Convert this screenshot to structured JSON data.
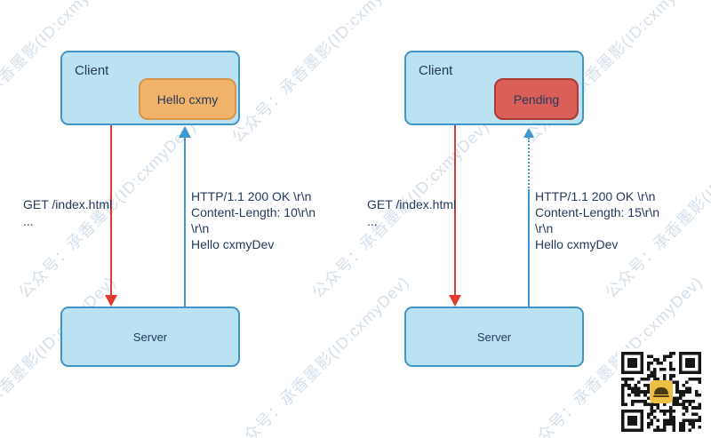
{
  "watermark": {
    "text": "公众号：承香墨影(ID:cxmyDev)"
  },
  "diagrams": [
    {
      "client_label": "Client",
      "state_label": "Hello cxmy",
      "request_lines": [
        "GET /index.html",
        "..."
      ],
      "response_lines": [
        "HTTP/1.1 200 OK \\r\\n",
        "Content-Length: 10\\r\\n",
        "\\r\\n",
        "Hello cxmyDev"
      ],
      "server_label": "Server"
    },
    {
      "client_label": "Client",
      "state_label": "Pending",
      "request_lines": [
        "GET /index.html",
        "..."
      ],
      "response_lines": [
        "HTTP/1.1 200 OK \\r\\n",
        "Content-Length: 15\\r\\n",
        "\\r\\n",
        "Hello cxmyDev"
      ],
      "server_label": "Server"
    }
  ],
  "colors": {
    "box-fill": "#bae2f2",
    "box-border": "#4095c8",
    "orange-fill": "#f1b269",
    "orange-border": "#d89448",
    "red-fill": "#d95f58",
    "red-border": "#a93a32",
    "red-arrow": "#e23a2e",
    "blue-arrow": "#3e98d2",
    "text": "#24395c",
    "watermark": "#b3c7d9",
    "qr-logo": "#edbf45"
  }
}
